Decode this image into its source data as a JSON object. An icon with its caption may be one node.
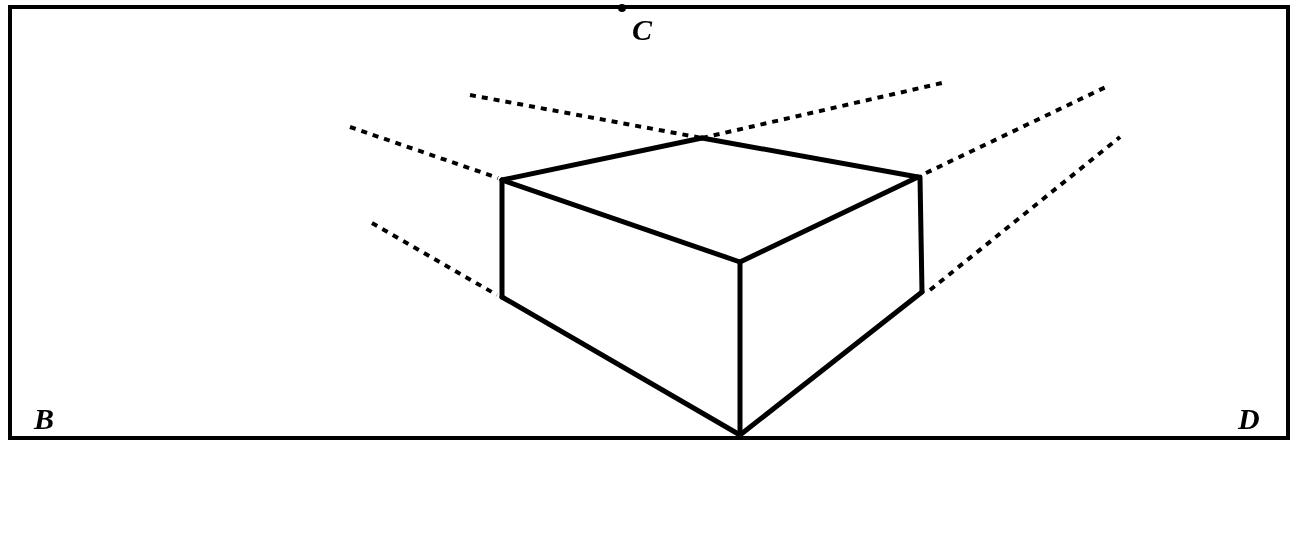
{
  "diagram": {
    "labels": [
      "C",
      "B",
      "D"
    ]
  }
}
